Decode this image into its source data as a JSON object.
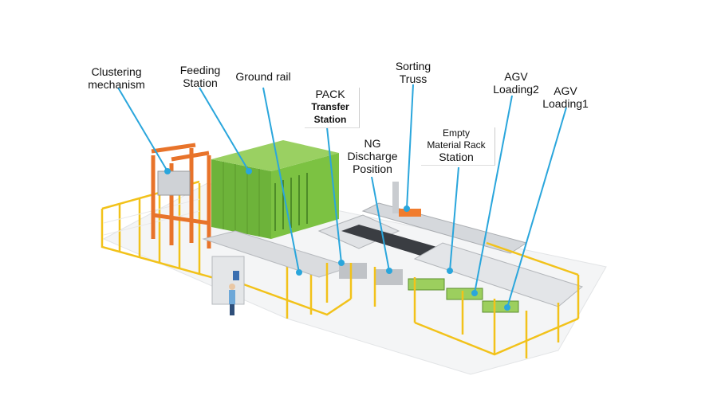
{
  "labels": {
    "clustering": {
      "line1": "Clustering",
      "line2": "mechanism"
    },
    "feeding": {
      "line1": "Feeding",
      "line2": "Station"
    },
    "ground_rail": {
      "line1": "Ground rail"
    },
    "pack": {
      "line1": "PACK",
      "line2": "Transfer",
      "line3": "Station"
    },
    "ng": {
      "line1": "NG",
      "line2": "Discharge",
      "line3": "Position"
    },
    "sorting": {
      "line1": "Sorting",
      "line2": "Truss"
    },
    "empty_rack": {
      "line1": "Empty",
      "line2": "Material Rack",
      "line3": "Station"
    },
    "agv2": {
      "line1": "AGV",
      "line2": "Loading2"
    },
    "agv1": {
      "line1": "AGV",
      "line2": "Loading1"
    }
  },
  "colors": {
    "leader_line": "#2aa6dc",
    "fence": "#f2c21a",
    "orange_frame": "#e8732a",
    "green_container": "#7cc242",
    "machine_grey": "#d9dbde",
    "conveyor_dark": "#3a3d42"
  }
}
